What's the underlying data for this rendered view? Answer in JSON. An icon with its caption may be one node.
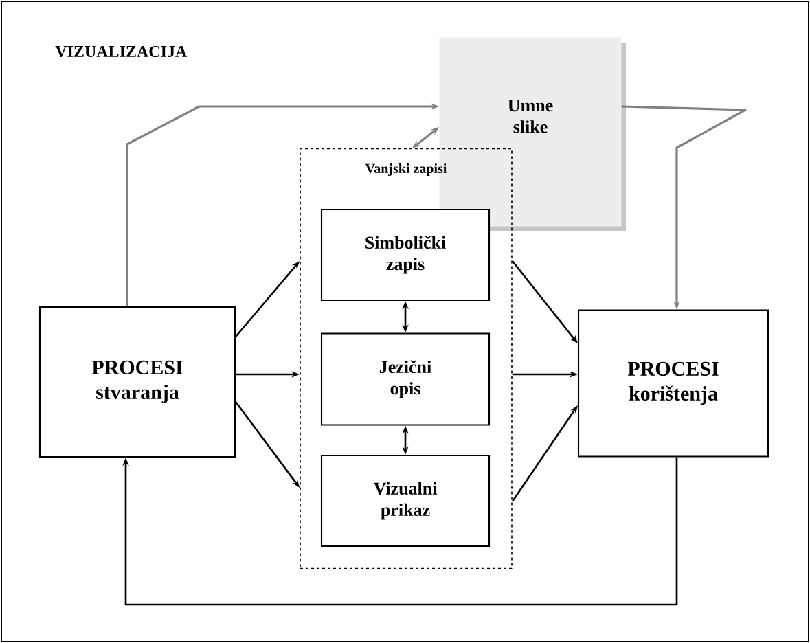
{
  "diagram": {
    "title": "VIZUALIZACIJA",
    "nodes": [
      {
        "text": [
          "PROCESI stvaranja"
        ]
      },
      {
        "text": [
          "Umne slike"
        ]
      },
      {
        "text": [
          "Vanjski zapisi"
        ]
      },
      {
        "text": [
          "Simbolički zapis"
        ],
        "in": 2
      },
      {
        "text": [
          "Jezični opis"
        ],
        "in": 2
      },
      {
        "text": [
          "Vizualni prikaz"
        ],
        "in": 2
      },
      {
        "text": [
          "PROCESI korištenja"
        ]
      }
    ],
    "edges": [
      {
        "from": 0,
        "to": 1,
        "arrow": "to",
        "color": "#808080"
      },
      {
        "from": 1,
        "to": 2,
        "arrow": "both",
        "color": "#808080"
      },
      {
        "from": 1,
        "to": 6,
        "arrow": "to",
        "color": "#808080"
      },
      {
        "from": 0,
        "to": 2,
        "arrow": "to"
      },
      {
        "from": 0,
        "to": 2,
        "arrow": "to"
      },
      {
        "from": 0,
        "to": 2,
        "arrow": "to"
      },
      {
        "from": 3,
        "to": 4,
        "arrow": "both"
      },
      {
        "from": 4,
        "to": 5,
        "arrow": "both"
      },
      {
        "from": 2,
        "to": 6,
        "arrow": "to"
      },
      {
        "from": 2,
        "to": 6,
        "arrow": "to"
      },
      {
        "from": 2,
        "to": 6,
        "arrow": "to"
      },
      {
        "from": 6,
        "to": 0,
        "arrow": "to"
      }
    ]
  }
}
